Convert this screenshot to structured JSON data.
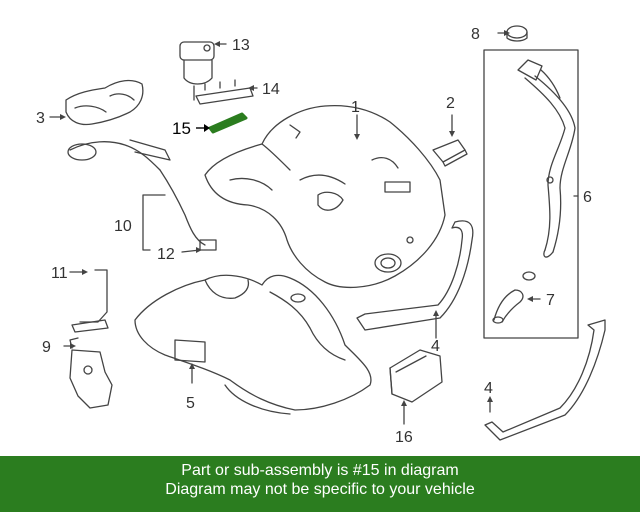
{
  "diagram": {
    "callouts": [
      "1",
      "2",
      "3",
      "4",
      "4",
      "5",
      "6",
      "7",
      "8",
      "9",
      "10",
      "11",
      "12",
      "13",
      "14",
      "15",
      "16"
    ],
    "highlighted_part": "15",
    "colors": {
      "line": "#444444",
      "highlight": "#2b7d1f",
      "background": "#ffffff"
    }
  },
  "banner": {
    "line1": "Part or sub-assembly is #15 in diagram",
    "line2": "Diagram may not be specific to your vehicle",
    "color": "#2b7d1f"
  }
}
